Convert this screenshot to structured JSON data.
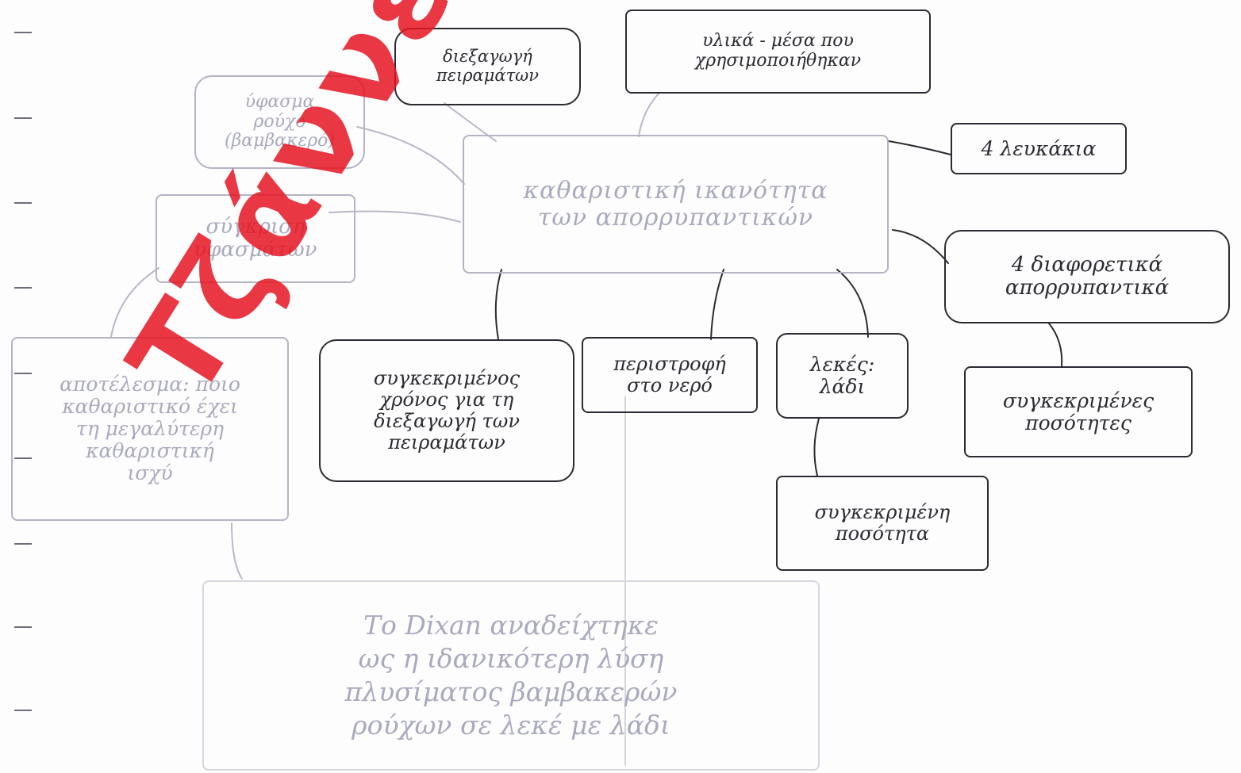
{
  "watermark_text": "Τζάννειο Λύκειο",
  "nodes": {
    "central": "καθαριστική ικανότητα\nτων απορρυπαντικών",
    "experiment": "διεξαγωγή\nπειραμάτων",
    "materials": "υλικά - μέσα που\nχρησιμοποιήθηκαν",
    "fabric": "ύφασμα\nρούχο (βαμβακερό)",
    "compare": "σύγκριση\nυφασμάτων",
    "result": "αποτέλεσμα: ποιο\nκαθαριστικό έχει\nτη μεγαλύτερη\nκαθαριστική\nισχύ",
    "conclusion": "Το Dixan αναδείχτηκε\nως η ιδανικότερη λύση\nπλυσίματος βαμβακερών\nρούχων σε λεκέ με λάδι",
    "four_white": "4 λευκάκια",
    "four_detergents": "4 διαφορετικά\nαπορρυπαντικά",
    "time": "συγκεκριμένος\nχρόνος για τη\nδιεξαγωγή των\nπειραμάτων",
    "rotation": "περιστροφή\nστο νερό",
    "stains": "λεκές:\nλάδι",
    "amount_oil": "συγκεκριμένη\nποσότητα",
    "amounts": "συγκεκριμένες\nποσότητες"
  },
  "colors": {
    "ink_dark": "#2b2b33",
    "ink_faint": "#b3b4c4",
    "watermark": "#e6141f"
  }
}
